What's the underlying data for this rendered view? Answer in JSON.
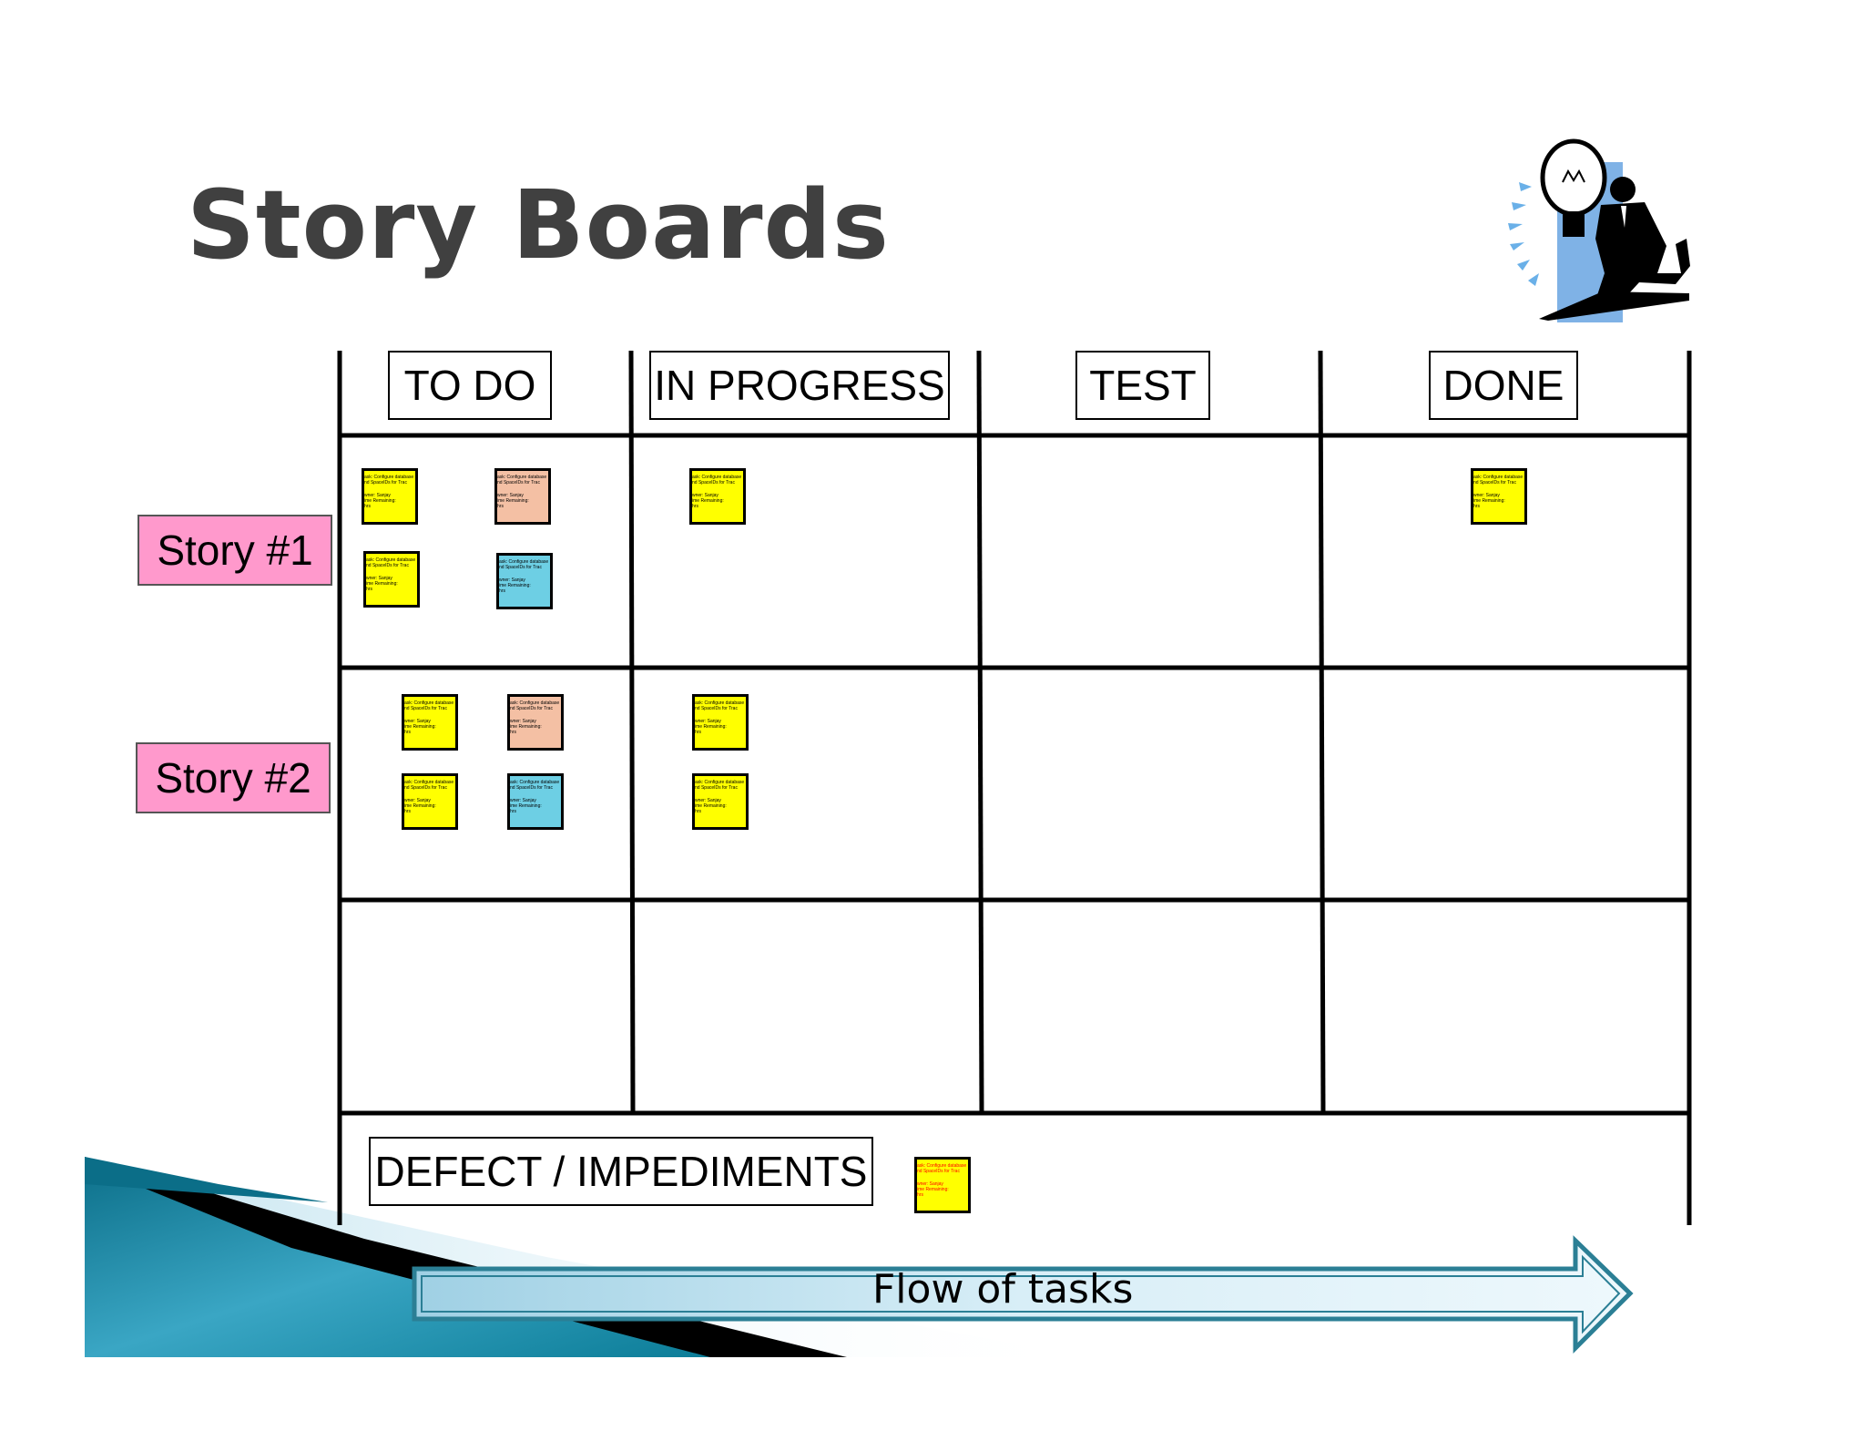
{
  "title": "Story Boards",
  "columns": [
    "TO DO",
    "IN PROGRESS",
    "TEST",
    "DONE"
  ],
  "stories": [
    "Story #1",
    "Story #2"
  ],
  "defect_label": "DEFECT / IMPEDIMENTS",
  "flow_label": "Flow of tasks",
  "note_text": {
    "line1": "ask: Configure database",
    "line2": "nd SpaceIDs for Trac",
    "line3": "wner: Sanjay",
    "line4": "ime Remaining:",
    "line5": "hrs"
  },
  "colors": {
    "note_yellow": "#ffff00",
    "note_salmon": "#f4c0a4",
    "note_blue": "#6dcfe4",
    "story_pink": "#ff99cc",
    "arrow_light": "#cfe8f3",
    "arrow_border": "#2b7f95"
  },
  "icons": [
    "lightbulb-businessman-icon"
  ]
}
